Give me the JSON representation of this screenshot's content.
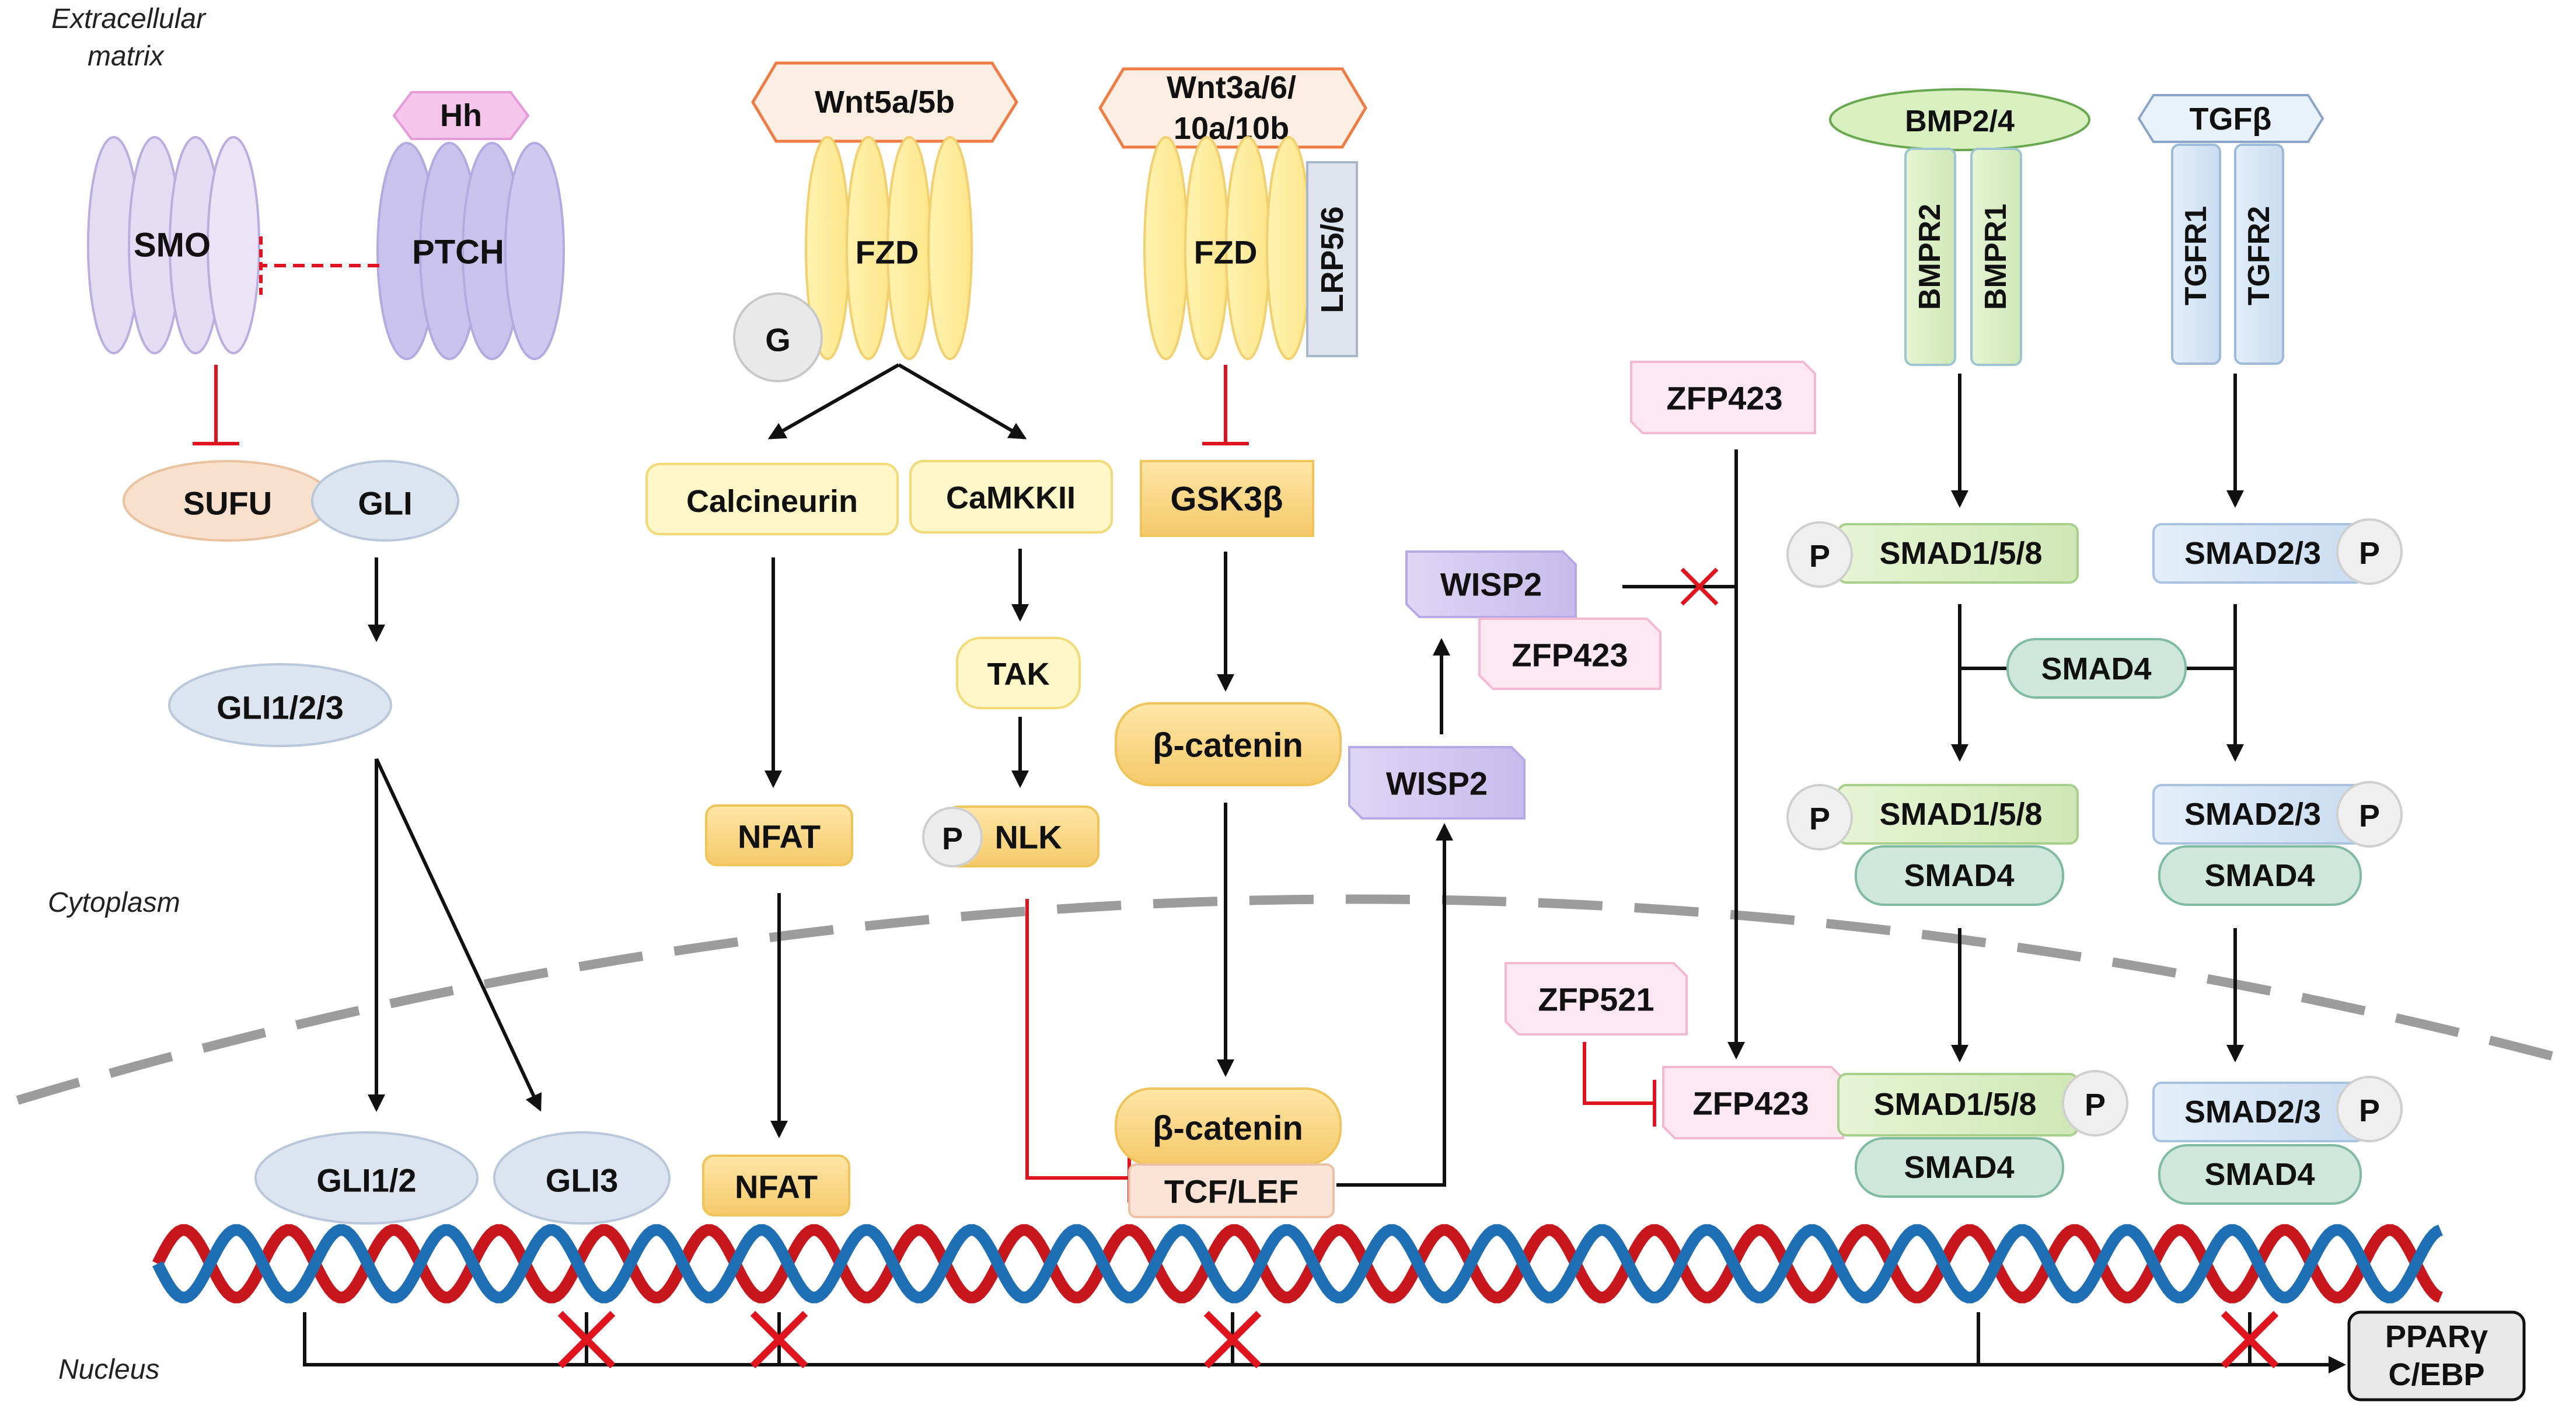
{
  "regions": {
    "extracellular_line1": "Extracellular",
    "extracellular_line2": "matrix",
    "cytoplasm": "Cytoplasm",
    "nucleus": "Nucleus"
  },
  "hedgehog": {
    "ligand": "Hh",
    "smo": "SMO",
    "ptch": "PTCH",
    "sufu": "SUFU",
    "gli": "GLI",
    "gli123": "GLI1/2/3",
    "gli12": "GLI1/2",
    "gli3": "GLI3"
  },
  "wnt_noncanonical": {
    "ligand": "Wnt5a/5b",
    "receptor": "FZD",
    "g_protein": "G",
    "calcineurin": "Calcineurin",
    "camkk": "CaMKKII",
    "tak": "TAK",
    "nlk": "NLK",
    "phospho": "P",
    "nfat_cyto": "NFAT",
    "nfat_nuc": "NFAT"
  },
  "wnt_canonical": {
    "ligand_line1": "Wnt3a/6/",
    "ligand_line2": "10a/10b",
    "receptor": "FZD",
    "coreceptor": "LRP5/6",
    "gsk3b": "GSK3β",
    "bcat_cyto": "β-catenin",
    "bcat_nuc": "β-catenin",
    "tcf": "TCF/LEF",
    "wisp2_cyto": "WISP2",
    "wisp2_top": "WISP2",
    "zfp423_bound": "ZFP423"
  },
  "zfp": {
    "zfp423_top": "ZFP423",
    "zfp521": "ZFP521",
    "zfp423_nuc": "ZFP423"
  },
  "bmp": {
    "ligand": "BMP2/4",
    "receptor2": "BMPR2",
    "receptor1": "BMPR1",
    "smad158_a": "SMAD1/5/8",
    "smad158_b": "SMAD1/5/8",
    "smad158_c": "SMAD1/5/8",
    "smad4_b": "SMAD4",
    "smad4_c": "SMAD4",
    "phospho": "P"
  },
  "tgf": {
    "ligand": "TGFβ",
    "receptor1": "TGFR1",
    "receptor2": "TGFR2",
    "smad23_a": "SMAD2/3",
    "smad23_b": "SMAD2/3",
    "smad23_c": "SMAD2/3",
    "smad4_b": "SMAD4",
    "smad4_c": "SMAD4",
    "phospho": "P"
  },
  "shared": {
    "smad4": "SMAD4"
  },
  "target": {
    "line1": "PPARγ",
    "line2": "C/EBP"
  }
}
